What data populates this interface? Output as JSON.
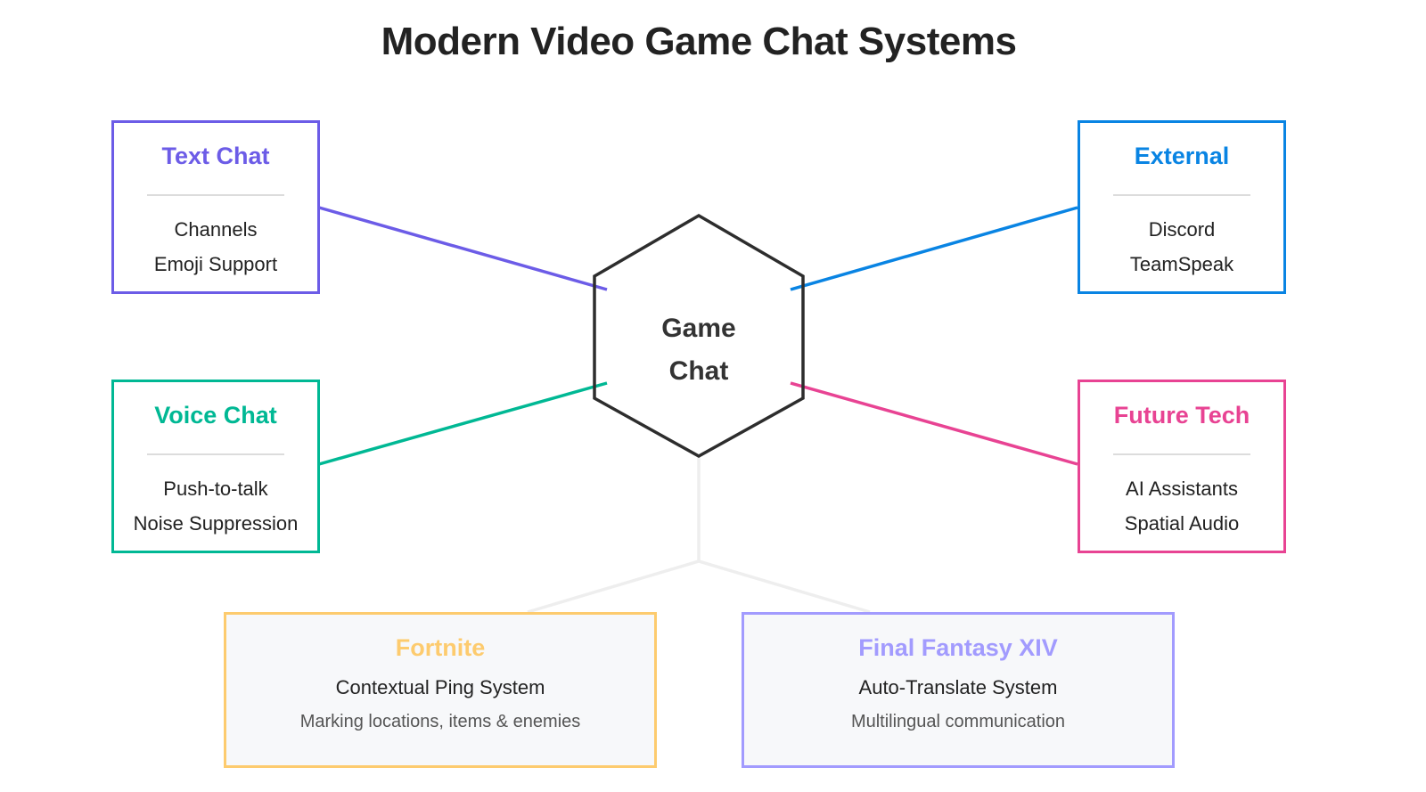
{
  "title": "Modern Video Game Chat Systems",
  "center": {
    "line1": "Game",
    "line2": "Chat"
  },
  "categories": [
    {
      "name": "Text Chat",
      "color": "#6c5ce7",
      "items": [
        "Channels",
        "Emoji Support"
      ]
    },
    {
      "name": "Voice Chat",
      "color": "#00b894",
      "items": [
        "Push-to-talk",
        "Noise Suppression"
      ]
    },
    {
      "name": "External",
      "color": "#0984e3",
      "items": [
        "Discord",
        "TeamSpeak"
      ]
    },
    {
      "name": "Future Tech",
      "color": "#e84393",
      "items": [
        "AI Assistants",
        "Spatial Audio"
      ]
    }
  ],
  "examples": [
    {
      "game": "Fortnite",
      "color": "#fdcb6e",
      "feature": "Contextual Ping System",
      "detail": "Marking locations, items & enemies"
    },
    {
      "game": "Final Fantasy XIV",
      "color": "#a29bfe",
      "feature": "Auto-Translate System",
      "detail": "Multilingual communication"
    }
  ],
  "colors": {
    "hexagon_stroke": "#2d2d2d",
    "connector_gray": "#eeeeee",
    "example_bg": "#f7f8fa"
  }
}
